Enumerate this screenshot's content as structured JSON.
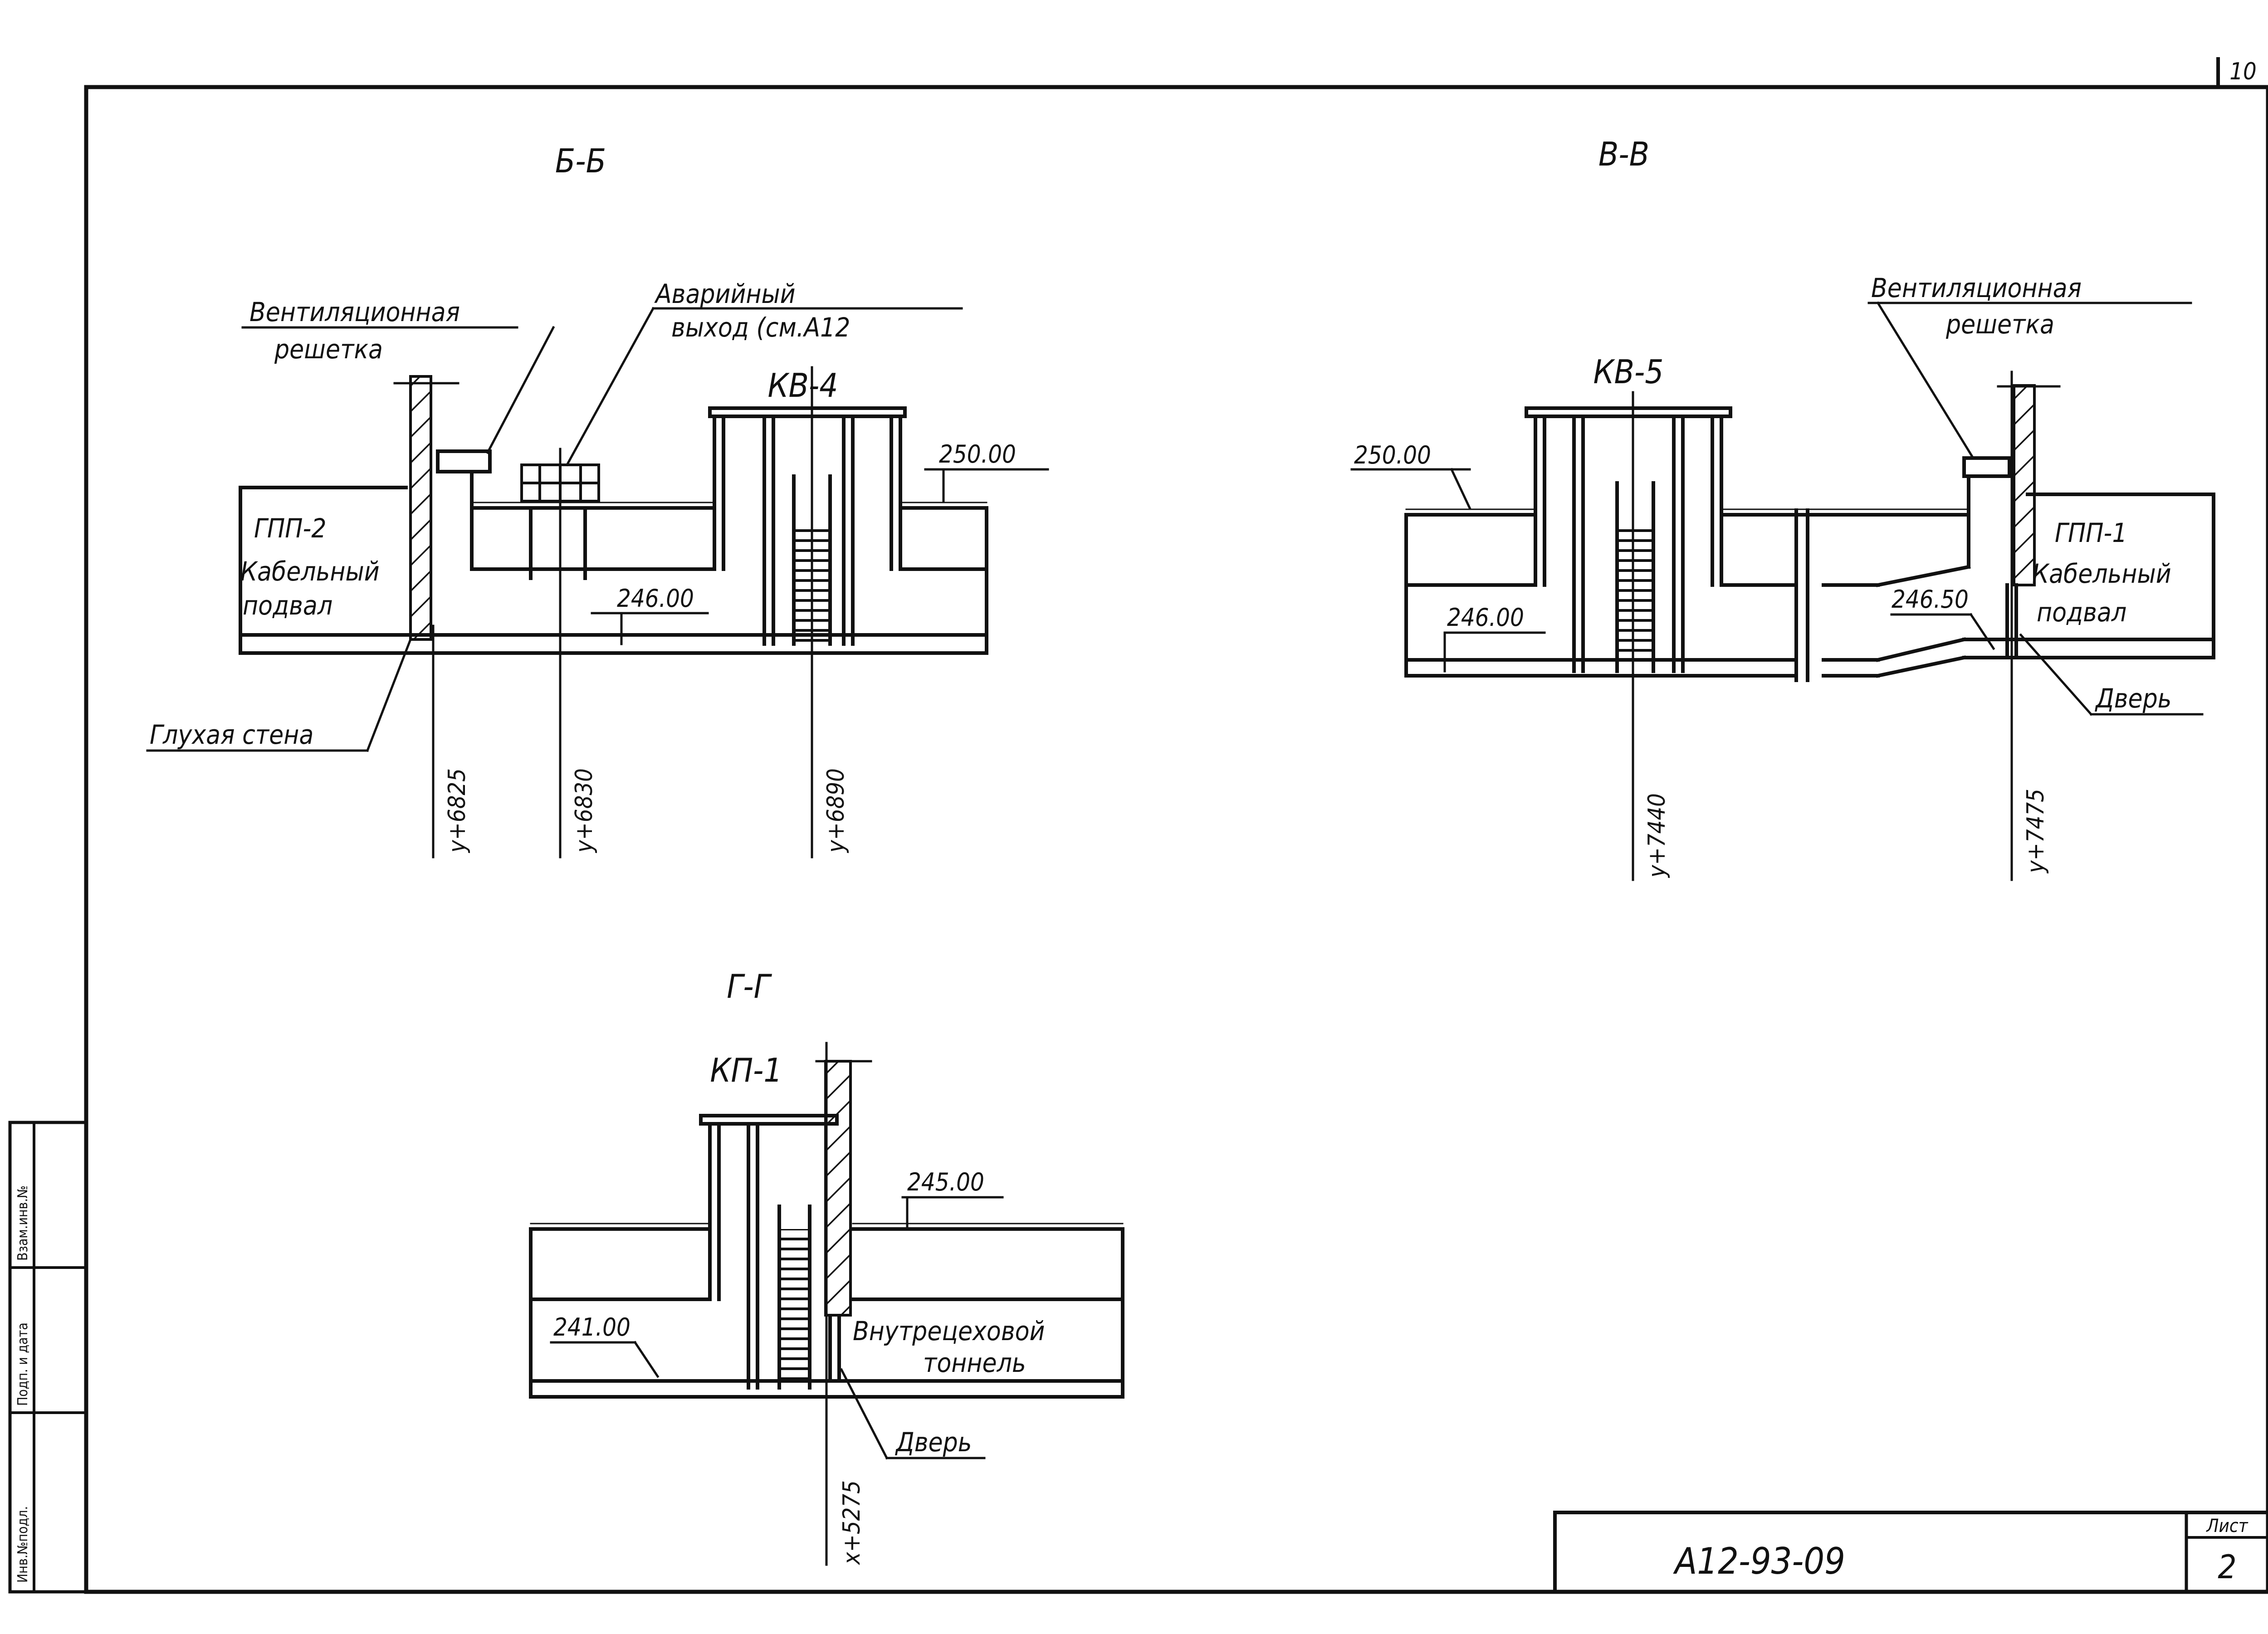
{
  "sheet": {
    "page_no": "10",
    "code": "А12-93-09",
    "list_label": "Лист",
    "list_no": "2",
    "side_stamp": [
      "Инв.№подл.",
      "Подп. и дата",
      "Взам.инв.№"
    ]
  },
  "section_bb": {
    "title": "Б-Б",
    "vent_label_1": "Вентиляционная",
    "vent_label_2": "решетка",
    "exit_label_1": "Аварийный",
    "exit_label_2": "выход (см.А12",
    "well": "КВ-4",
    "elev_top": "250.00",
    "elev_floor": "246.00",
    "room_1": "ГПП-2",
    "room_2": "Кабельный",
    "room_3": "подвал",
    "wall_label": "Глухая стена",
    "axis_1": "у+6825",
    "axis_2": "у+6830",
    "axis_3": "у+6890"
  },
  "section_vv": {
    "title": "В-В",
    "vent_label_1": "Вентиляционная",
    "vent_label_2": "решетка",
    "well": "КВ-5",
    "elev_top": "250.00",
    "elev_floor": "246.00",
    "elev_floor_2": "246.50",
    "room_1": "ГПП-1",
    "room_2": "Кабельный",
    "room_3": "подвал",
    "door": "Дверь",
    "axis_1": "у+7440",
    "axis_2": "у+7475"
  },
  "section_gg": {
    "title": "Г-Г",
    "well": "КП-1",
    "elev_top": "245.00",
    "elev_floor": "241.00",
    "tunnel_1": "Внутрецеховой",
    "tunnel_2": "тоннель",
    "door": "Дверь",
    "axis_1": "х+5275"
  }
}
